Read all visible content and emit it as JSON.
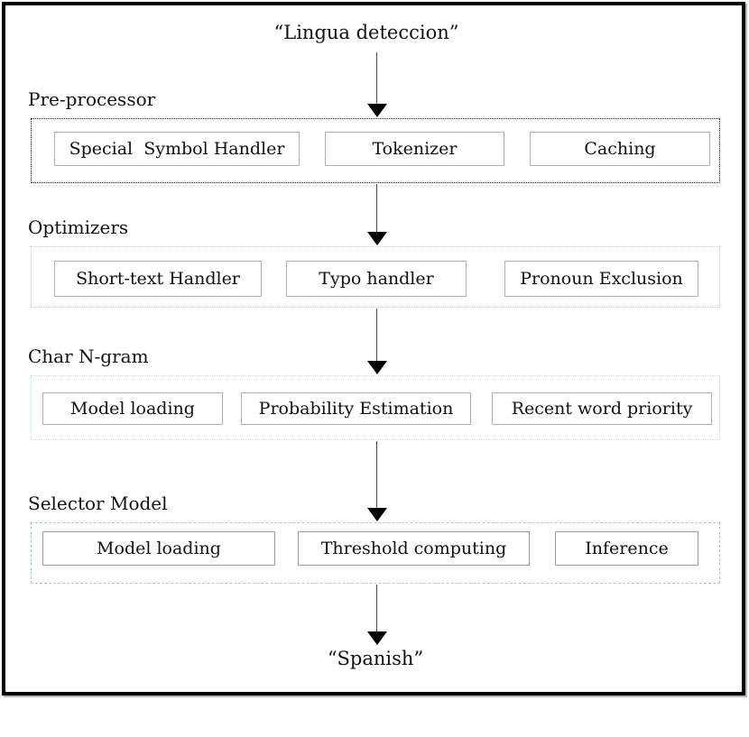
{
  "diagram": {
    "input_label": "“Lingua deteccion”",
    "output_label": "“Spanish”",
    "sections": [
      {
        "title": "Pre-processor",
        "boxes": [
          "Special  Symbol Handler",
          "Tokenizer",
          "Caching"
        ]
      },
      {
        "title": "Optimizers",
        "boxes": [
          "Short-text Handler",
          "Typo handler",
          "Pronoun Exclusion"
        ]
      },
      {
        "title": "Char N-gram",
        "boxes": [
          "Model loading",
          "Probability Estimation",
          "Recent word priority"
        ]
      },
      {
        "title": "Selector Model",
        "boxes": [
          "Model loading",
          "Threshold computing",
          "Inference"
        ]
      }
    ],
    "colors": {
      "frame_border": "#000000",
      "preprocessor_border": "#222222",
      "optimizers_border": "#c8c8ea",
      "chargram_border": "#bfe0d6",
      "selector_border": "#aec6e2",
      "module_border": "#aeaeae",
      "arrow": "#000000",
      "text": "#111111"
    }
  }
}
